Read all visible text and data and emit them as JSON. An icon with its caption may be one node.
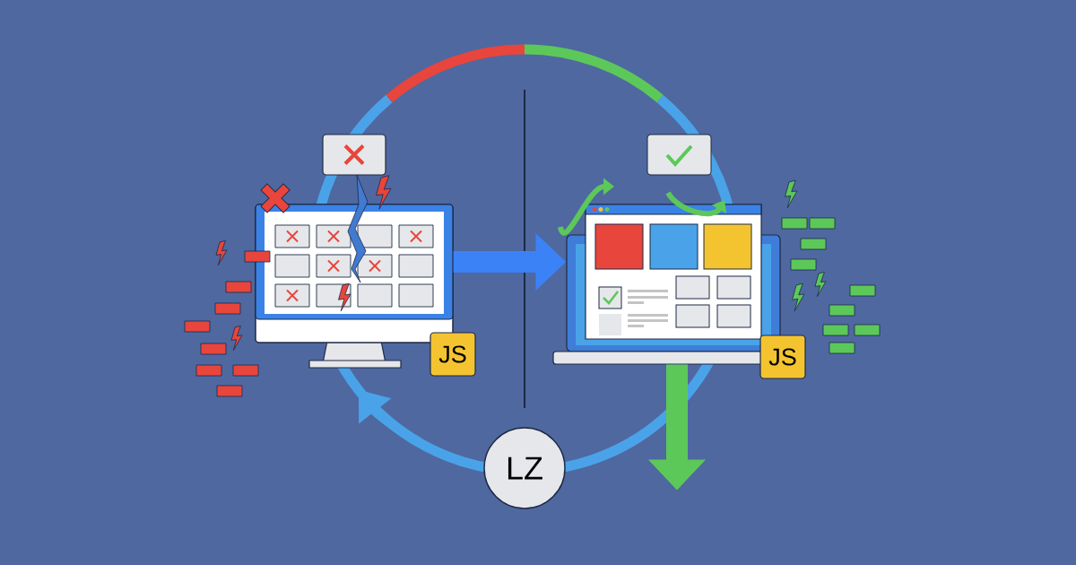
{
  "diagram": {
    "nodes": [
      {
        "text": [],
        "shape": "picture"
      },
      {
        "text": [],
        "shape": "picture"
      },
      {
        "text": [
          "JS"
        ]
      },
      {
        "text": [
          "JS"
        ]
      },
      {
        "text": [
          "LZ"
        ]
      }
    ],
    "edges": [
      {
        "from": 0,
        "to": 1,
        "arrow": "to",
        "color": "#3b82f6"
      },
      {
        "from": 1,
        "to": null,
        "arrow": "to",
        "color": "#5cc85a"
      }
    ]
  }
}
